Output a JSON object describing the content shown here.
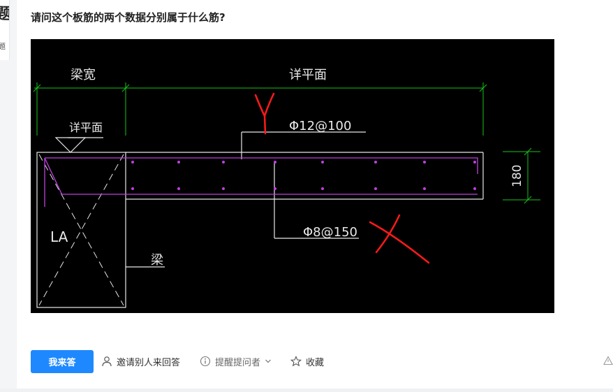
{
  "sidebar": {
    "glyph_top": "题",
    "glyph_bottom": "题"
  },
  "question": {
    "title": "请问这个板筋的两个数据分别属于什么筋?"
  },
  "drawing": {
    "label_beam_width": "梁宽",
    "label_detail_top": "详平面",
    "label_detail_left": "详平面",
    "label_top_rebar": "Φ12@100",
    "label_bottom_rebar": "Φ8@150",
    "label_thickness": "180",
    "label_la": "LA",
    "label_beam": "梁",
    "annotation_y": "Y",
    "annotation_x": "X"
  },
  "actions": {
    "answer_button": "我来答",
    "invite": "邀请别人来回答",
    "remind": "提醒提问者",
    "favorite": "收藏"
  },
  "colors": {
    "accent": "#1e88ff",
    "cad_background": "#000000",
    "dimension_green": "#18c318",
    "rebar_magenta": "#c040e0",
    "annotation_red": "#ff1a1a"
  }
}
